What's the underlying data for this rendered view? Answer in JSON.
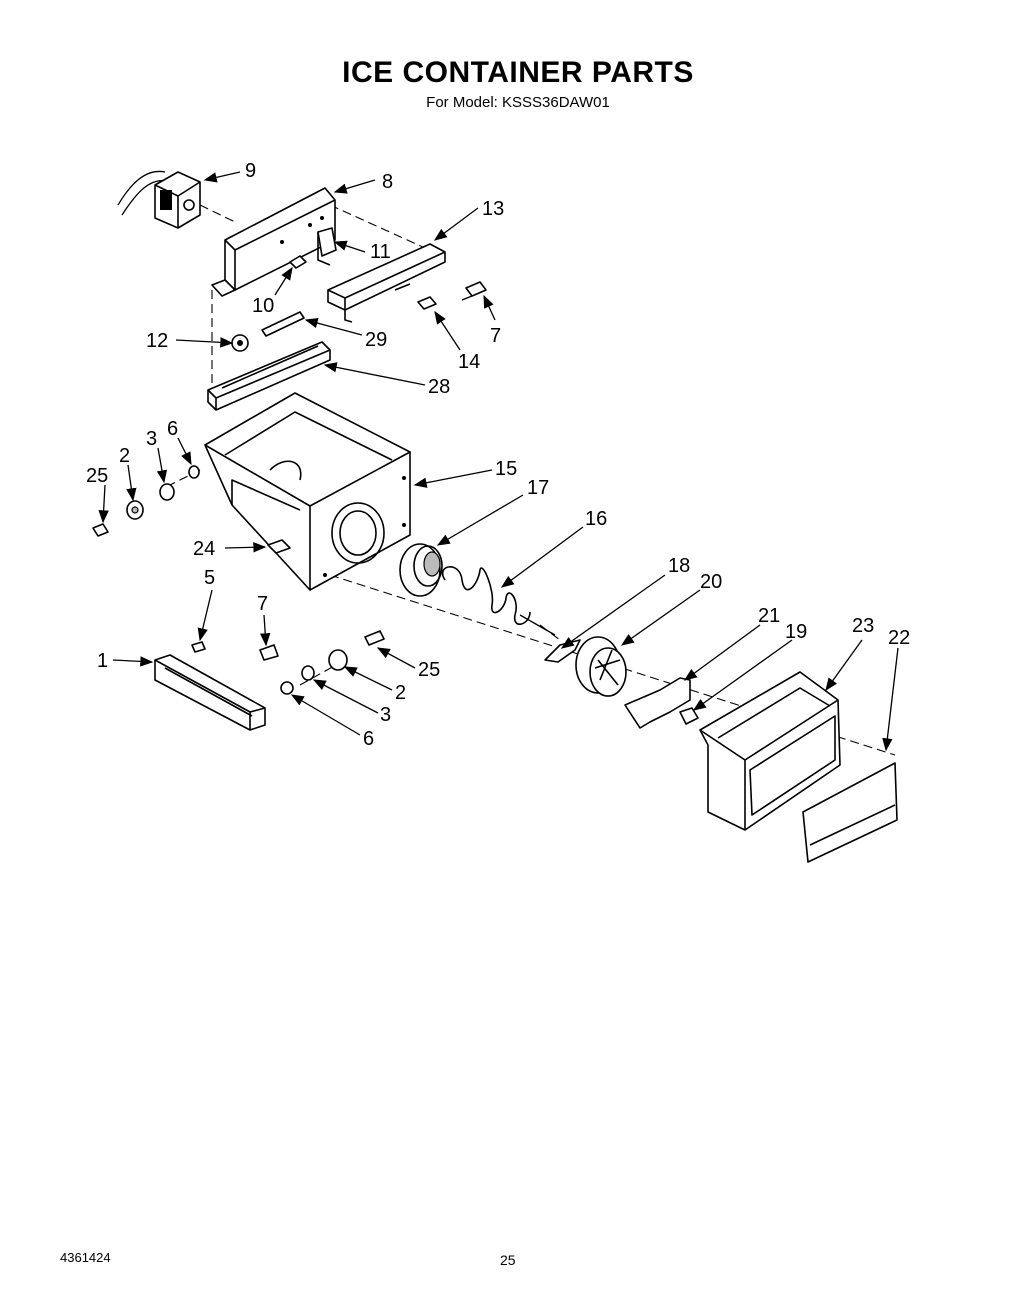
{
  "title": "ICE CONTAINER PARTS",
  "subtitle": "For Model: KSSS36DAW01",
  "doc_number": "4361424",
  "page_number": "25",
  "callouts": [
    "9",
    "8",
    "13",
    "11",
    "10",
    "7",
    "14",
    "12",
    "29",
    "28",
    "3",
    "6",
    "2",
    "25",
    "15",
    "17",
    "16",
    "24",
    "5",
    "7",
    "1",
    "25",
    "2",
    "3",
    "6",
    "18",
    "20",
    "21",
    "19",
    "23",
    "22"
  ]
}
